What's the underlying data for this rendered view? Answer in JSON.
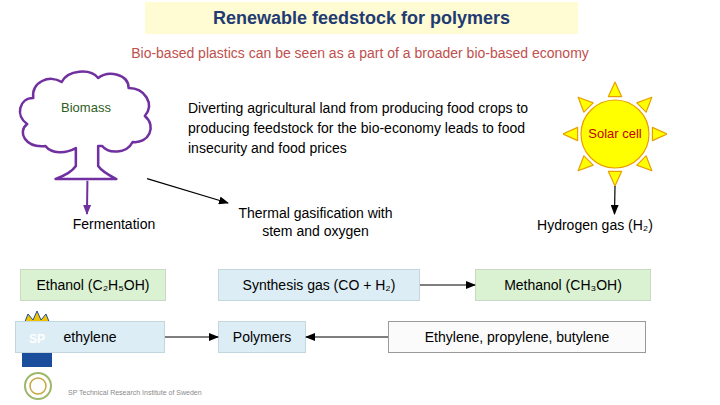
{
  "diagram": {
    "title": "Renewable feedstock for polymers",
    "nodes": [
      {
        "text": [
          "Biomass"
        ]
      },
      {
        "text": [
          "Solar cell"
        ]
      },
      {
        "text": [
          "Fermentation"
        ]
      },
      {
        "text": [
          "Thermal gasification with stem and oxygen"
        ]
      },
      {
        "text": [
          "Hydrogen gas (H₂)"
        ]
      },
      {
        "text": [
          "Ethanol (C₂H₅OH)"
        ]
      },
      {
        "text": [
          "Synthesis gas (CO + H₂)"
        ]
      },
      {
        "text": [
          "Methanol (CH₃OH)"
        ]
      },
      {
        "text": [
          "ethylene"
        ]
      },
      {
        "text": [
          "Polymers"
        ]
      },
      {
        "text": [
          "Ethylene, propylene, butylene"
        ]
      }
    ],
    "edges": [
      {
        "from": 0,
        "to": 2,
        "arrow": "to"
      },
      {
        "from": 0,
        "to": 3,
        "arrow": "to"
      },
      {
        "from": 1,
        "to": 4,
        "arrow": "to"
      },
      {
        "from": 6,
        "to": 7,
        "arrow": "to"
      },
      {
        "from": 8,
        "to": 9,
        "arrow": "to"
      },
      {
        "from": 10,
        "to": 9,
        "arrow": "to"
      }
    ],
    "labels": [
      "Bio-based plastics can be seen as a part of a broader bio-based economy",
      "Diverting agricultural land from producing food crops to producing feedstock for the bio-economy leads to food insecurity and food prices",
      "SP",
      "SP Technical Research Institute of Sweden"
    ]
  }
}
